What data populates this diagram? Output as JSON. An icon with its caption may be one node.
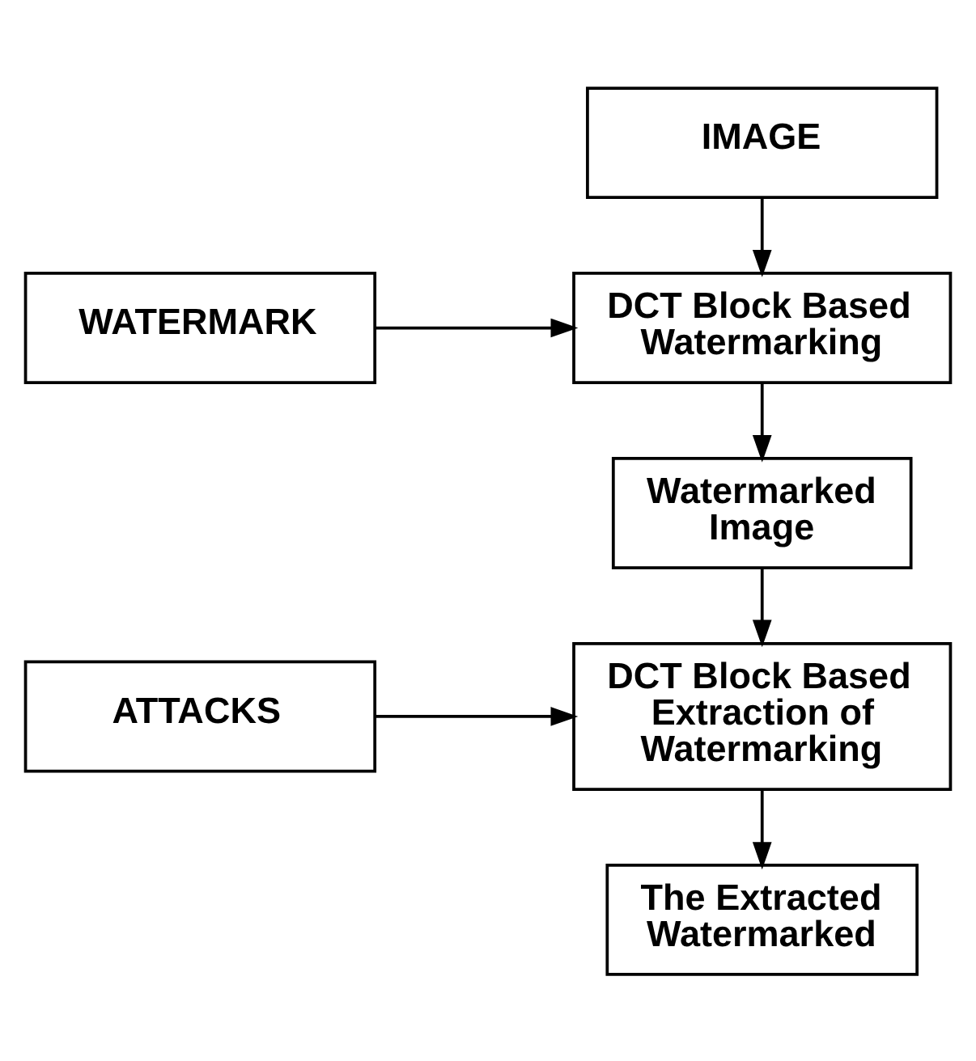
{
  "diagram": {
    "nodes": [
      {
        "text": [
          "IMAGE"
        ]
      },
      {
        "text": [
          "WATERMARK"
        ]
      },
      {
        "text": [
          "DCT Block Based Watermarking"
        ]
      },
      {
        "text": [
          "Watermarked Image"
        ]
      },
      {
        "text": [
          "DCT Block Based Extraction of Watermarking"
        ]
      },
      {
        "text": [
          "ATTACKS"
        ]
      },
      {
        "text": [
          "The Extracted Watermarked"
        ]
      }
    ],
    "edges": [
      {
        "from": 0,
        "to": 2,
        "arrow": "to"
      },
      {
        "from": 1,
        "to": 2,
        "arrow": "to"
      },
      {
        "from": 2,
        "to": 3,
        "arrow": "to"
      },
      {
        "from": 3,
        "to": 4,
        "arrow": "to"
      },
      {
        "from": 5,
        "to": 4,
        "arrow": "to"
      },
      {
        "from": 4,
        "to": 6,
        "arrow": "to"
      }
    ]
  }
}
